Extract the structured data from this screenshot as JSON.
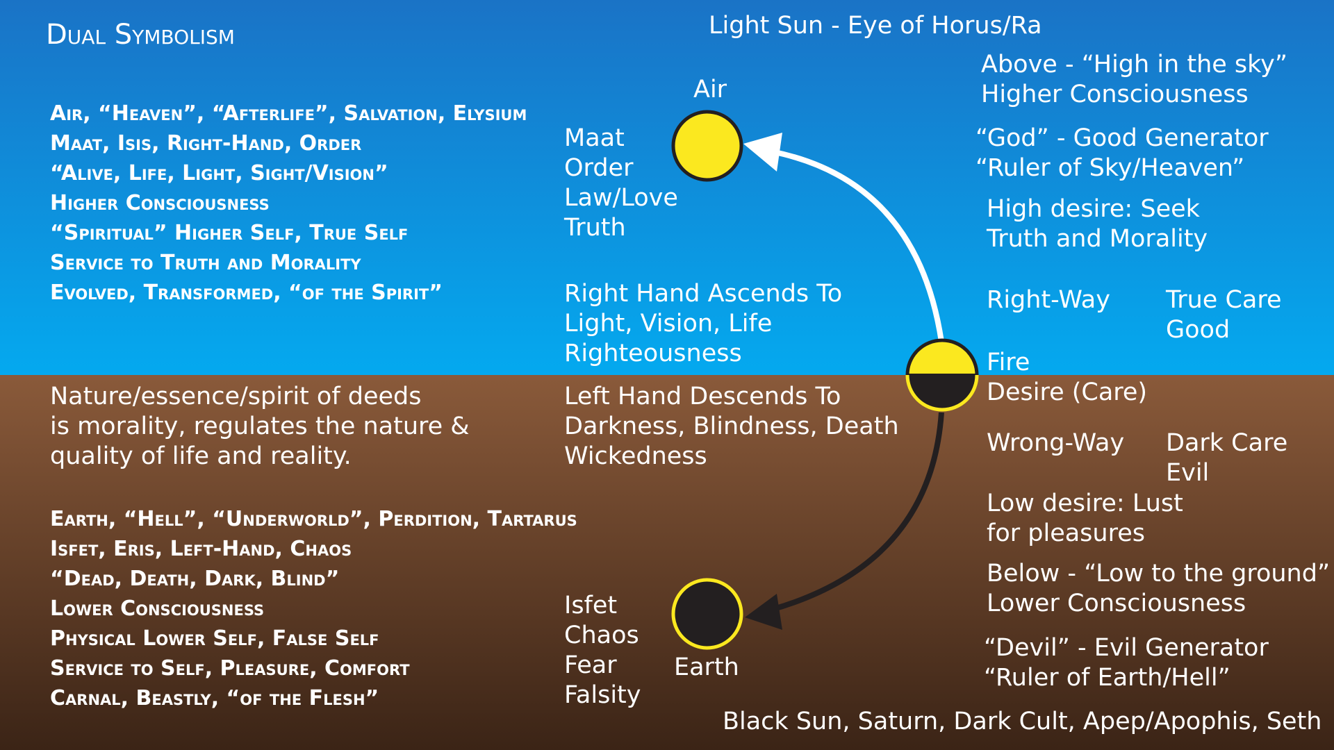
{
  "title": "Dual Symbolism",
  "header_top": "Light Sun - Eye of Horus/Ra",
  "footer_bottom": "Black Sun, Saturn, Dark Cult, Apep/Apophis, Seth",
  "colors": {
    "sky_top": "#1a73c6",
    "sky_bottom": "#04a9ef",
    "ground_top": "#8a5a3a",
    "ground_bottom": "#3b2416",
    "sun_fill": "#fbe81f",
    "dark_fill": "#231f20",
    "light_arrow": "#ffffff",
    "dark_arrow": "#231f20"
  },
  "diagram": {
    "air_label": "Air",
    "earth_label": "Earth",
    "fire_label": "Fire",
    "desire_label": "Desire (Care)"
  },
  "above": {
    "list": [
      "Air, “Heaven”, “Afterlife”, Salvation, Elysium",
      "Maat, Isis, Right-Hand, Order",
      "“Alive, Life, Light, Sight/Vision”",
      "Higher Consciousness",
      "“Spiritual” Higher Self, True Self",
      "Service to Truth and Morality",
      "Evolved, Transformed, “of the Spirit”"
    ],
    "maat_words": [
      "Maat",
      "Order",
      "Law/Love",
      "Truth"
    ],
    "ascends": [
      "Right Hand Ascends To",
      "Light, Vision, Life",
      "Righteousness"
    ],
    "right_above": [
      "Above - “High in the sky”",
      "Higher Consciousness"
    ],
    "god": [
      "“God” - Good Generator",
      "“Ruler of Sky/Heaven”"
    ],
    "high_desire": [
      "High desire: Seek",
      "Truth and Morality"
    ],
    "right_way": "Right-Way",
    "true_care": [
      "True Care",
      "Good"
    ]
  },
  "below": {
    "nature": [
      "Nature/essence/spirit of deeds",
      "is morality, regulates the nature &",
      "quality of life and reality."
    ],
    "list": [
      "Earth, “Hell”, “Underworld”, Perdition, Tartarus",
      "Isfet, Eris, Left-Hand, Chaos",
      "“Dead, Death, Dark, Blind”",
      "Lower Consciousness",
      "Physical Lower Self, False Self",
      "Service to Self, Pleasure, Comfort",
      "Carnal, Beastly, “of the Flesh”"
    ],
    "descends": [
      "Left Hand Descends To",
      "Darkness, Blindness, Death",
      "Wickedness"
    ],
    "isfet_words": [
      "Isfet",
      "Chaos",
      "Fear",
      "Falsity"
    ],
    "wrong_way": "Wrong-Way",
    "dark_care": [
      "Dark Care",
      "Evil"
    ],
    "low_desire": [
      "Low desire: Lust",
      "for pleasures"
    ],
    "right_below": [
      "Below - “Low to the ground”",
      "Lower Consciousness"
    ],
    "devil": [
      "“Devil” - Evil Generator",
      "“Ruler of Earth/Hell”"
    ]
  }
}
